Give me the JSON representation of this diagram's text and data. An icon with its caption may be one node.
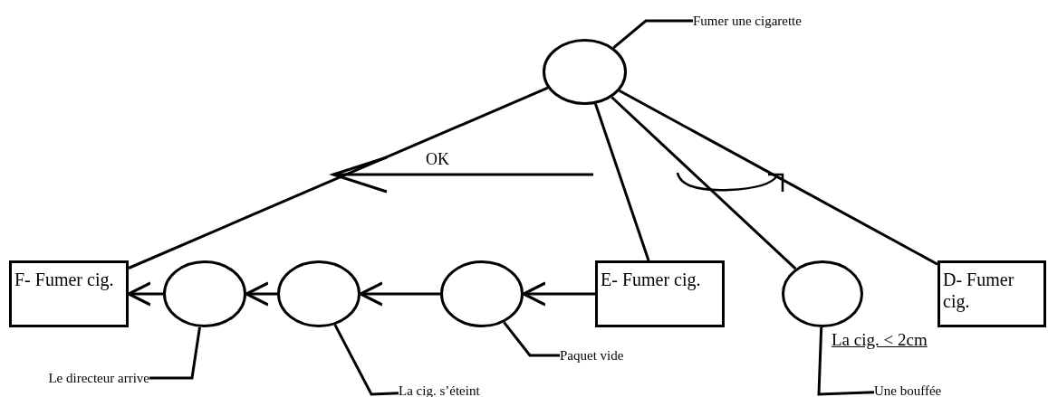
{
  "diagram": {
    "nodes": [
      {
        "text": [
          "Fumer une cigarette"
        ]
      },
      {
        "text": [],
        "shape": "circle"
      },
      {
        "text": [
          "F- Fumer cig."
        ]
      },
      {
        "text": [],
        "shape": "circle"
      },
      {
        "text": [],
        "shape": "circle"
      },
      {
        "text": [],
        "shape": "circle"
      },
      {
        "text": [
          "E- Fumer cig."
        ]
      },
      {
        "text": [],
        "shape": "circle"
      },
      {
        "text": [
          "D- Fumer cig."
        ]
      },
      {
        "text": [
          "Le directeur arrive"
        ]
      },
      {
        "text": [
          "La cig. s’éteint"
        ]
      },
      {
        "text": [
          "Paquet vide"
        ]
      },
      {
        "text": [
          "Une bouffée"
        ]
      }
    ],
    "edges": [
      {
        "from": 0,
        "to": 1,
        "arrow": "none"
      },
      {
        "from": 1,
        "to": 2,
        "arrow": "none"
      },
      {
        "from": 1,
        "to": 6,
        "arrow": "none"
      },
      {
        "from": 1,
        "to": 7,
        "arrow": "none"
      },
      {
        "from": 1,
        "to": 8,
        "arrow": "none"
      },
      {
        "from": 6,
        "to": 5,
        "arrow": "to"
      },
      {
        "from": 5,
        "to": 4,
        "arrow": "to"
      },
      {
        "from": 4,
        "to": 3,
        "arrow": "to"
      },
      {
        "from": 3,
        "to": 2,
        "arrow": "to"
      },
      {
        "from": 9,
        "to": 3,
        "arrow": "none"
      },
      {
        "from": 10,
        "to": 4,
        "arrow": "none"
      },
      {
        "from": 11,
        "to": 5,
        "arrow": "none"
      },
      {
        "from": 12,
        "to": 7,
        "arrow": "none"
      }
    ],
    "labels": [
      "OK",
      "La cig. < 2cm"
    ]
  }
}
